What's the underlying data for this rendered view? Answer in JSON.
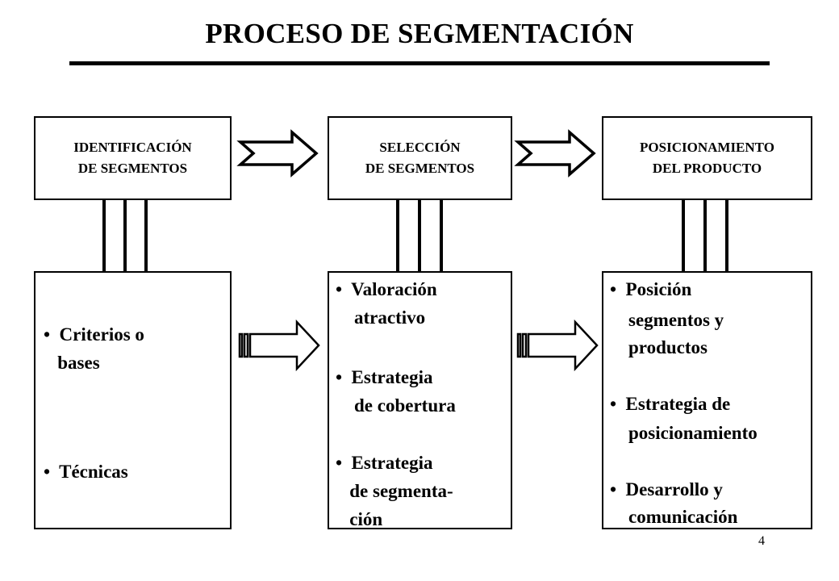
{
  "title": "PROCESO DE SEGMENTACIÓN",
  "stages": [
    {
      "header": [
        "IDENTIFICACIÓN",
        "DE  SEGMENTOS"
      ],
      "details": [
        "•  Criterios o",
        "   bases",
        "•  Técnicas"
      ]
    },
    {
      "header": [
        "SELECCIÓN",
        "DE  SEGMENTOS"
      ],
      "details": [
        "•  Valoración",
        "    atractivo",
        "•  Estrategia",
        "    de cobertura",
        "•  Estrategia",
        "   de segmenta-",
        "   ción"
      ]
    },
    {
      "header": [
        "POSICIONAMIENTO",
        "DEL  PRODUCTO"
      ],
      "details": [
        "•  Posición",
        "    segmentos y",
        "    productos",
        "•  Estrategia de",
        "    posicionamiento",
        "•  Desarrollo y",
        "    comunicación"
      ]
    }
  ],
  "page_number": "4"
}
